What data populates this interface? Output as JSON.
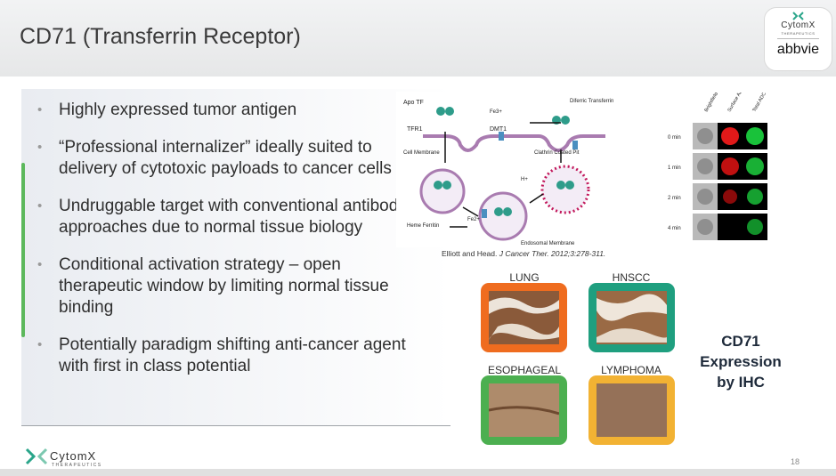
{
  "slide": {
    "title": "CD71 (Transferrin Receptor)",
    "page_number": "18"
  },
  "logos": {
    "cytomx_name": "CytomX",
    "cytomx_sub": "THERAPEUTICS",
    "abbvie": "abbvie"
  },
  "bullets": [
    "Highly expressed tumor antigen",
    "“Professional internalizer” ideally suited to delivery of cytotoxic payloads to cancer cells",
    "Undruggable target with conventional antibody approaches due to normal tissue biology",
    "Conditional activation strategy – open therapeutic window by limiting normal tissue binding",
    "Potentially paradigm shifting anti-cancer agent with first in class potential"
  ],
  "diagram": {
    "labels": {
      "apo_tf": "Apo TF",
      "tfr1": "TFR1",
      "cell_membrane": "Cell Membrane",
      "fe3": "Fe3+",
      "dmt1": "DMT1",
      "diferric": "Diferric Transferrin",
      "clathrin": "Clathrin Coated Pit",
      "h_plus": "H+",
      "heme": "Heme Ferritin",
      "fe2": "Fe2+",
      "endosomal": "Endosomal Membrane"
    },
    "caption_authors": "Elliott  and Head.",
    "caption_journal": "J Cancer Ther. 2012;3:278-311."
  },
  "micrographs": {
    "columns": [
      "Brightfield",
      "Surface ADC",
      "Total ADC"
    ],
    "rows": [
      "0 min",
      "1 min",
      "2 min",
      "4 min"
    ]
  },
  "ihc": {
    "tiles": [
      {
        "label": "LUNG",
        "border": "#ef6c1f"
      },
      {
        "label": "HNSCC",
        "border": "#1f9f7f"
      },
      {
        "label": "ESOPHAGEAL",
        "border": "#4caf50"
      },
      {
        "label": "LYMPHOMA",
        "border": "#f2b233"
      }
    ],
    "title_line1": "CD71",
    "title_line2": "Expression",
    "title_line3": "by IHC"
  },
  "colors": {
    "accent_green": "#5cb85c",
    "cytomx_teal": "#2aa58a",
    "title_text": "#3a3a3a"
  }
}
